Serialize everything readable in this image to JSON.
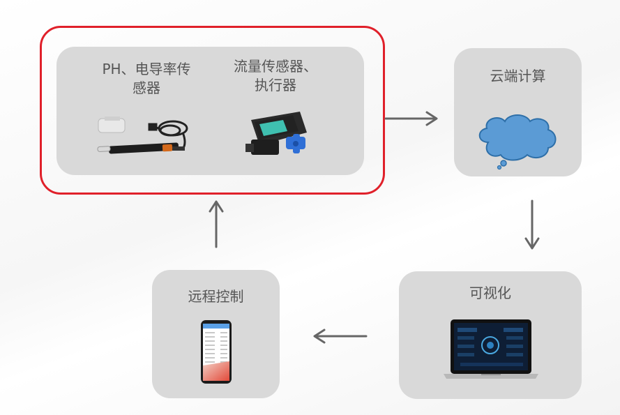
{
  "nodes": {
    "sensors_ph": {
      "label_line1": "PH、电导率传",
      "label_line2": "感器"
    },
    "sensors_flow": {
      "label_line1": "流量传感器、",
      "label_line2": "执行器"
    },
    "cloud": {
      "label": "云端计算"
    },
    "visual": {
      "label": "可视化"
    },
    "remote": {
      "label": "远程控制"
    }
  },
  "colors": {
    "box": "#d9d9d9",
    "highlight": "#e0202a",
    "arrow": "#666666",
    "cloud_fill": "#5b9bd5",
    "cloud_stroke": "#2e6fa8"
  }
}
